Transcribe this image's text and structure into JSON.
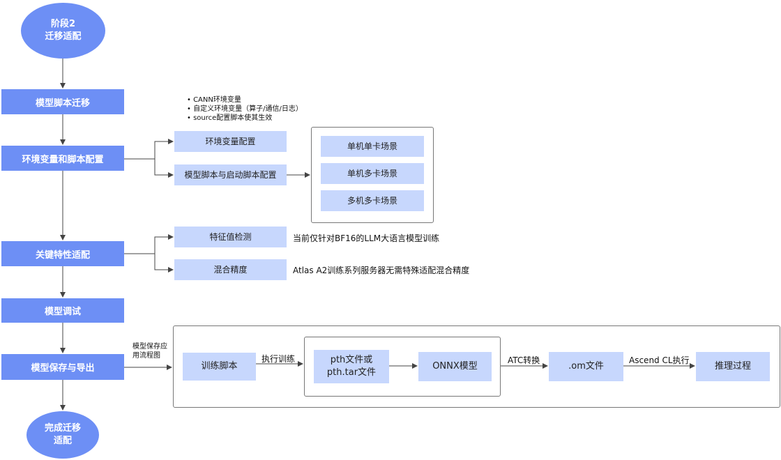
{
  "start": {
    "line1": "阶段2",
    "line2": "迁移适配"
  },
  "end": {
    "line1": "完成迁移",
    "line2": "适配"
  },
  "steps": {
    "s1": "模型脚本迁移",
    "s2": "环境变量和脚本配置",
    "s3": "关键特性适配",
    "s4": "模型调试",
    "s5": "模型保存与导出"
  },
  "env": {
    "bullets": [
      "CANN环境变量",
      "自定义环境变量（算子/通信/日志）",
      "source配置脚本使其生效"
    ],
    "env_config": "环境变量配置",
    "script_config": "模型脚本与启动脚本配置",
    "scenarios": [
      "单机单卡场景",
      "单机多卡场景",
      "多机多卡场景"
    ]
  },
  "features": {
    "overflow_detect": "特征值检测",
    "overflow_note": "当前仅针对BF16的LLM大语言模型训练",
    "mixed_precision": "混合精度",
    "mixed_note": "Atlas A2训练系列服务器无需特殊适配混合精度"
  },
  "export": {
    "caption_line1": "模型保存应",
    "caption_line2": "用流程图",
    "train_script": "训练脚本",
    "exec_train": "执行训练",
    "pth_line1": "pth文件或",
    "pth_line2": "pth.tar文件",
    "onnx": "ONNX模型",
    "atc": "ATC转换",
    "om": ".om文件",
    "acl": "Ascend CL执行",
    "infer": "推理过程"
  }
}
